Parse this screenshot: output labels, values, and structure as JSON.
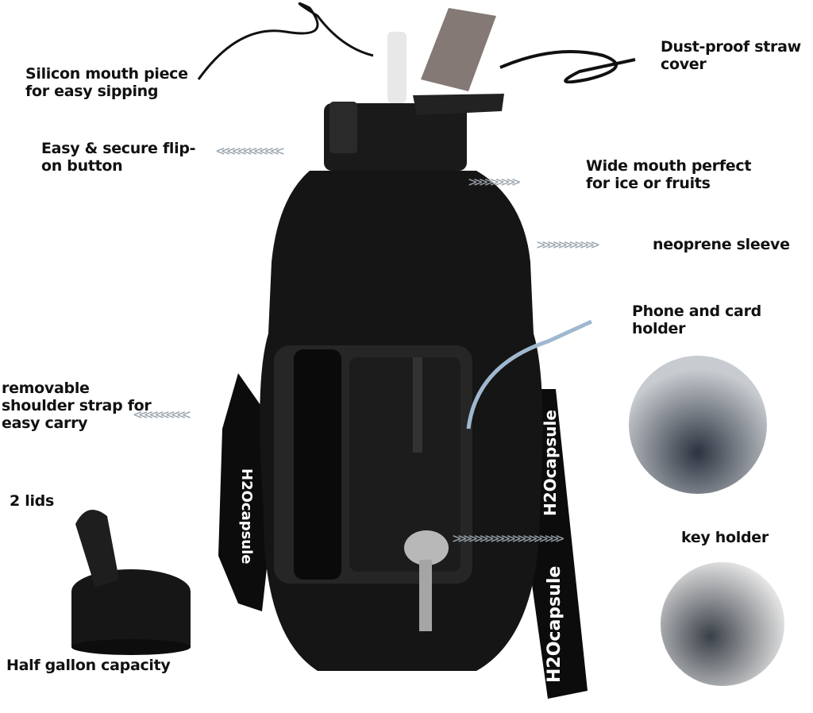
{
  "labels": {
    "mouth_piece": "Silicon mouth piece for easy sipping",
    "straw_cover": "Dust-proof straw cover",
    "flip_button": "Easy & secure flip-on button",
    "wide_mouth": "Wide mouth perfect for ice or fruits",
    "sleeve": "neoprene sleeve",
    "phone_holder": "Phone and card holder",
    "strap": "removable shoulder strap for easy carry",
    "lids": "2 lids",
    "key_holder": "key holder",
    "capacity": "Half gallon capacity"
  },
  "brand_logo": "H2O capsule",
  "colors": {
    "bottle": "#121212",
    "arrow": "#9aa3ab",
    "accent_arrow": "#9fb8cf"
  }
}
